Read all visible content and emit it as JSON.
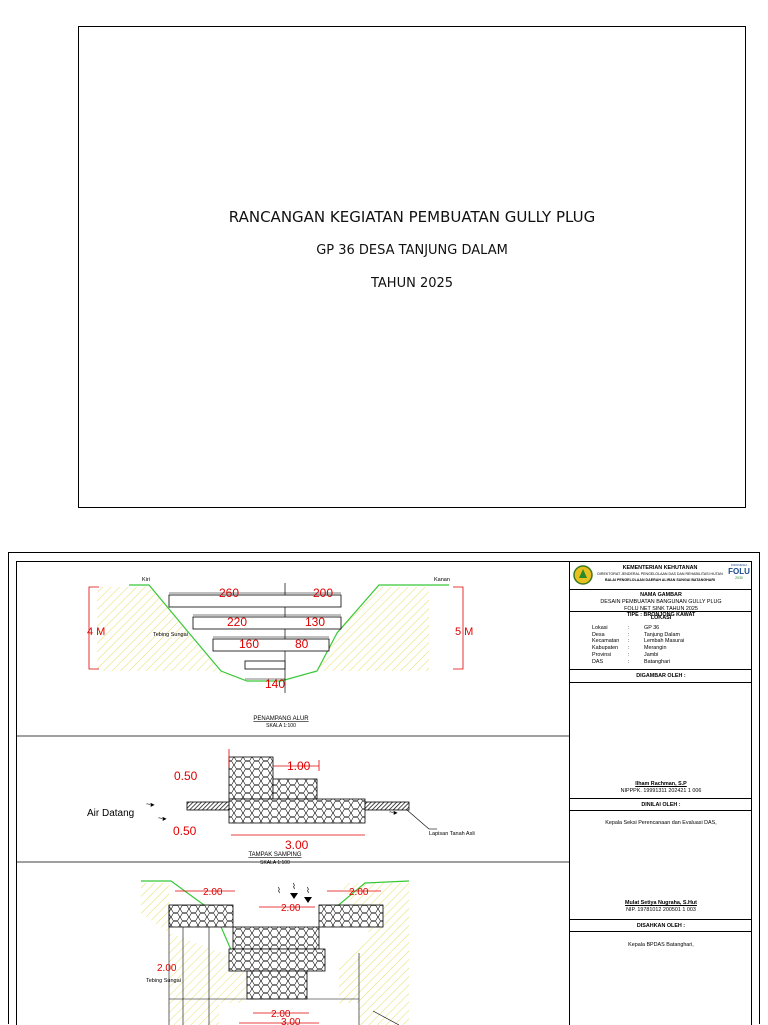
{
  "cover": {
    "title": "RANCANGAN KEGIATAN PEMBUATAN GULLY PLUG",
    "subtitle": "GP 36 DESA TANJUNG DALAM",
    "year": "TAHUN 2025"
  },
  "cross_section": {
    "left_label": "Kiri",
    "right_label": "Kanan",
    "left_height": "4 M",
    "right_height": "5 M",
    "bank_label": "Tebing Sungai",
    "dim_260": "260",
    "dim_200": "200",
    "dim_220": "220",
    "dim_130": "130",
    "dim_160": "160",
    "dim_80": "80",
    "dim_140": "140",
    "caption": "PENAMPANG ALUR",
    "scale": "SKALA 1:100"
  },
  "side_view": {
    "dim_top": "0.50",
    "dim_step": "1.00",
    "dim_bottom": "0.50",
    "dim_length": "3.00",
    "water_label": "Air Datang",
    "soil_label": "Lapisan Tanah Asli",
    "caption": "TAMPAK SAMPING",
    "scale": "SKALA 1:100"
  },
  "front_view": {
    "dim_left": "2.00",
    "dim_mid": "2.00",
    "dim_right": "2.00",
    "dim_height": "2.00",
    "dim_inner": "2.00",
    "dim_base": "3.00",
    "bank_label": "Tebing Sungai"
  },
  "title_block": {
    "ministry": "KEMENTERIAN KEHUTANAN",
    "directorate": "DIREKTORAT JENDERAL PENGELOLAAN DAS DAN REHABILITASI HUTAN",
    "office": "BALAI PENGELOLAAN DAERAH ALIRAN SUNGAI BATANGHARI",
    "logo_text": "FOLU",
    "logo_top": "INDONESIA",
    "logo_year": "2030",
    "drawing_name_label": "NAMA GAMBAR",
    "drawing_name_1": "DESAIN PEMBUATAN BANGUNAN GULLY PLUG",
    "drawing_name_2": "FOLU NET SINK TAHUN 2025",
    "drawing_type": "TIPE : BRONJONG KAWAT",
    "location_header": "LOKASI",
    "location_rows": [
      {
        "key": "Lokasi",
        "sep": ":",
        "value": "GP 36"
      },
      {
        "key": "Desa",
        "sep": ":",
        "value": "Tanjung Dalam"
      },
      {
        "key": "Kecamatan",
        "sep": ":",
        "value": "Lembah Masurai"
      },
      {
        "key": "Kabupaten",
        "sep": ":",
        "value": "Merangin"
      },
      {
        "key": "Provinsi",
        "sep": ":",
        "value": "Jambi"
      },
      {
        "key": "DAS",
        "sep": ":",
        "value": "Batanghari"
      }
    ],
    "drawn_by_header": "DIGAMBAR OLEH :",
    "drawn_by_name": "Ilham Rachman, S.P",
    "drawn_by_nip": "NIPPPK. 19991311 202421 1 006",
    "assessed_by_header": "DINILAI OLEH :",
    "assessed_by_role": "Kepala Seksi Perencanaan dan Evaluasi DAS,",
    "assessed_by_name": "Mulat Setiya Nugraha, S.Hut",
    "assessed_by_nip": "NIP.   19781012 200501 1 003",
    "approved_by_header": "DISAHKAN OLEH :",
    "approved_by_role": "Kepala BPDAS Batanghari,"
  }
}
